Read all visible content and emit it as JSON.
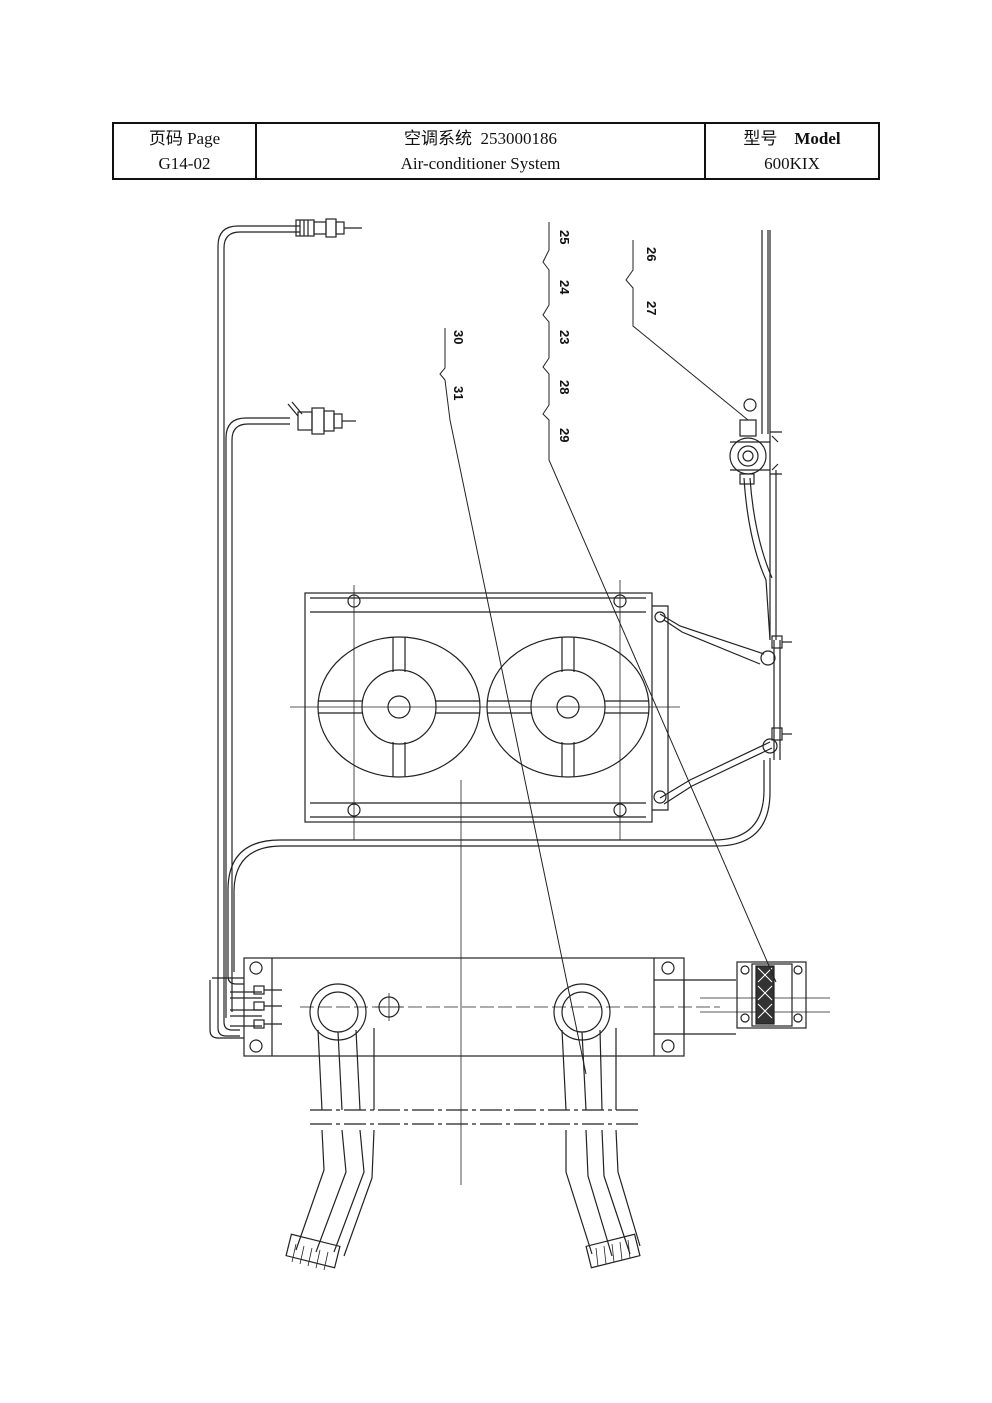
{
  "header": {
    "page_label": "页码 Page",
    "page_number": "G14-02",
    "system_cn": "空调系统",
    "part_number": "253000186",
    "system_en": "Air-conditioner System",
    "model_label_cn": "型号",
    "model_label_en": "Model",
    "model_value": "600KIX"
  },
  "callouts": [
    "25",
    "24",
    "23",
    "28",
    "29",
    "26",
    "27",
    "30",
    "31"
  ]
}
